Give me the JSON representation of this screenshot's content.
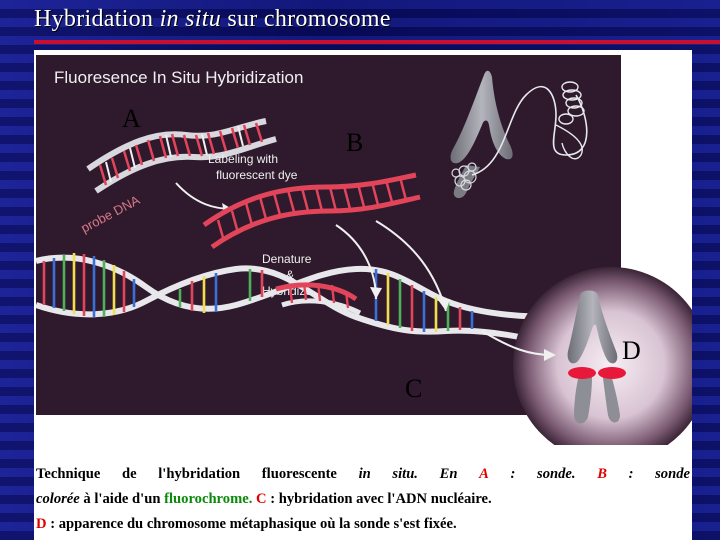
{
  "slide": {
    "title_pre": "Hybridation ",
    "title_em": "in situ",
    "title_post": " sur chromosome"
  },
  "figure": {
    "heading": "Fluoresence In Situ Hybridization",
    "probe_label": "probe DNA",
    "step1": [
      "Labeling with",
      "fluorescent dye"
    ],
    "step2": [
      "Denature",
      "&",
      "Hybridize"
    ],
    "letters": {
      "a": "A",
      "b": "B",
      "c": "C",
      "d": "D"
    }
  },
  "caption": {
    "l1_a": "Technique de l'hybridation fluorescente ",
    "l1_b": "in situ. En",
    "l1_c": "A",
    "l1_d": ": sonde.",
    "l1_e": "B",
    "l1_f": ": sonde",
    "l2_a": "colorée",
    "l2_b": " à l'aide d'un ",
    "l2_c": "fluorochrome.",
    "l2_d": " ",
    "l2_e": "C",
    "l2_f": " : hybridation avec l'ADN nucléaire.",
    "l3_a": "D",
    "l3_b": " : apparence du chromosome métaphasique où la sonde s'est fixée."
  },
  "colors": {
    "background": "#0b0f6e",
    "accent_rule": "#c8102e",
    "figure_bg": "#2e1a2c",
    "probe_red": "#e2445a",
    "dna_white": "#e8e8ec",
    "chromosome_gray": "#8e8e96",
    "caption_red": "#e00000",
    "caption_green": "#0a8a0a"
  }
}
